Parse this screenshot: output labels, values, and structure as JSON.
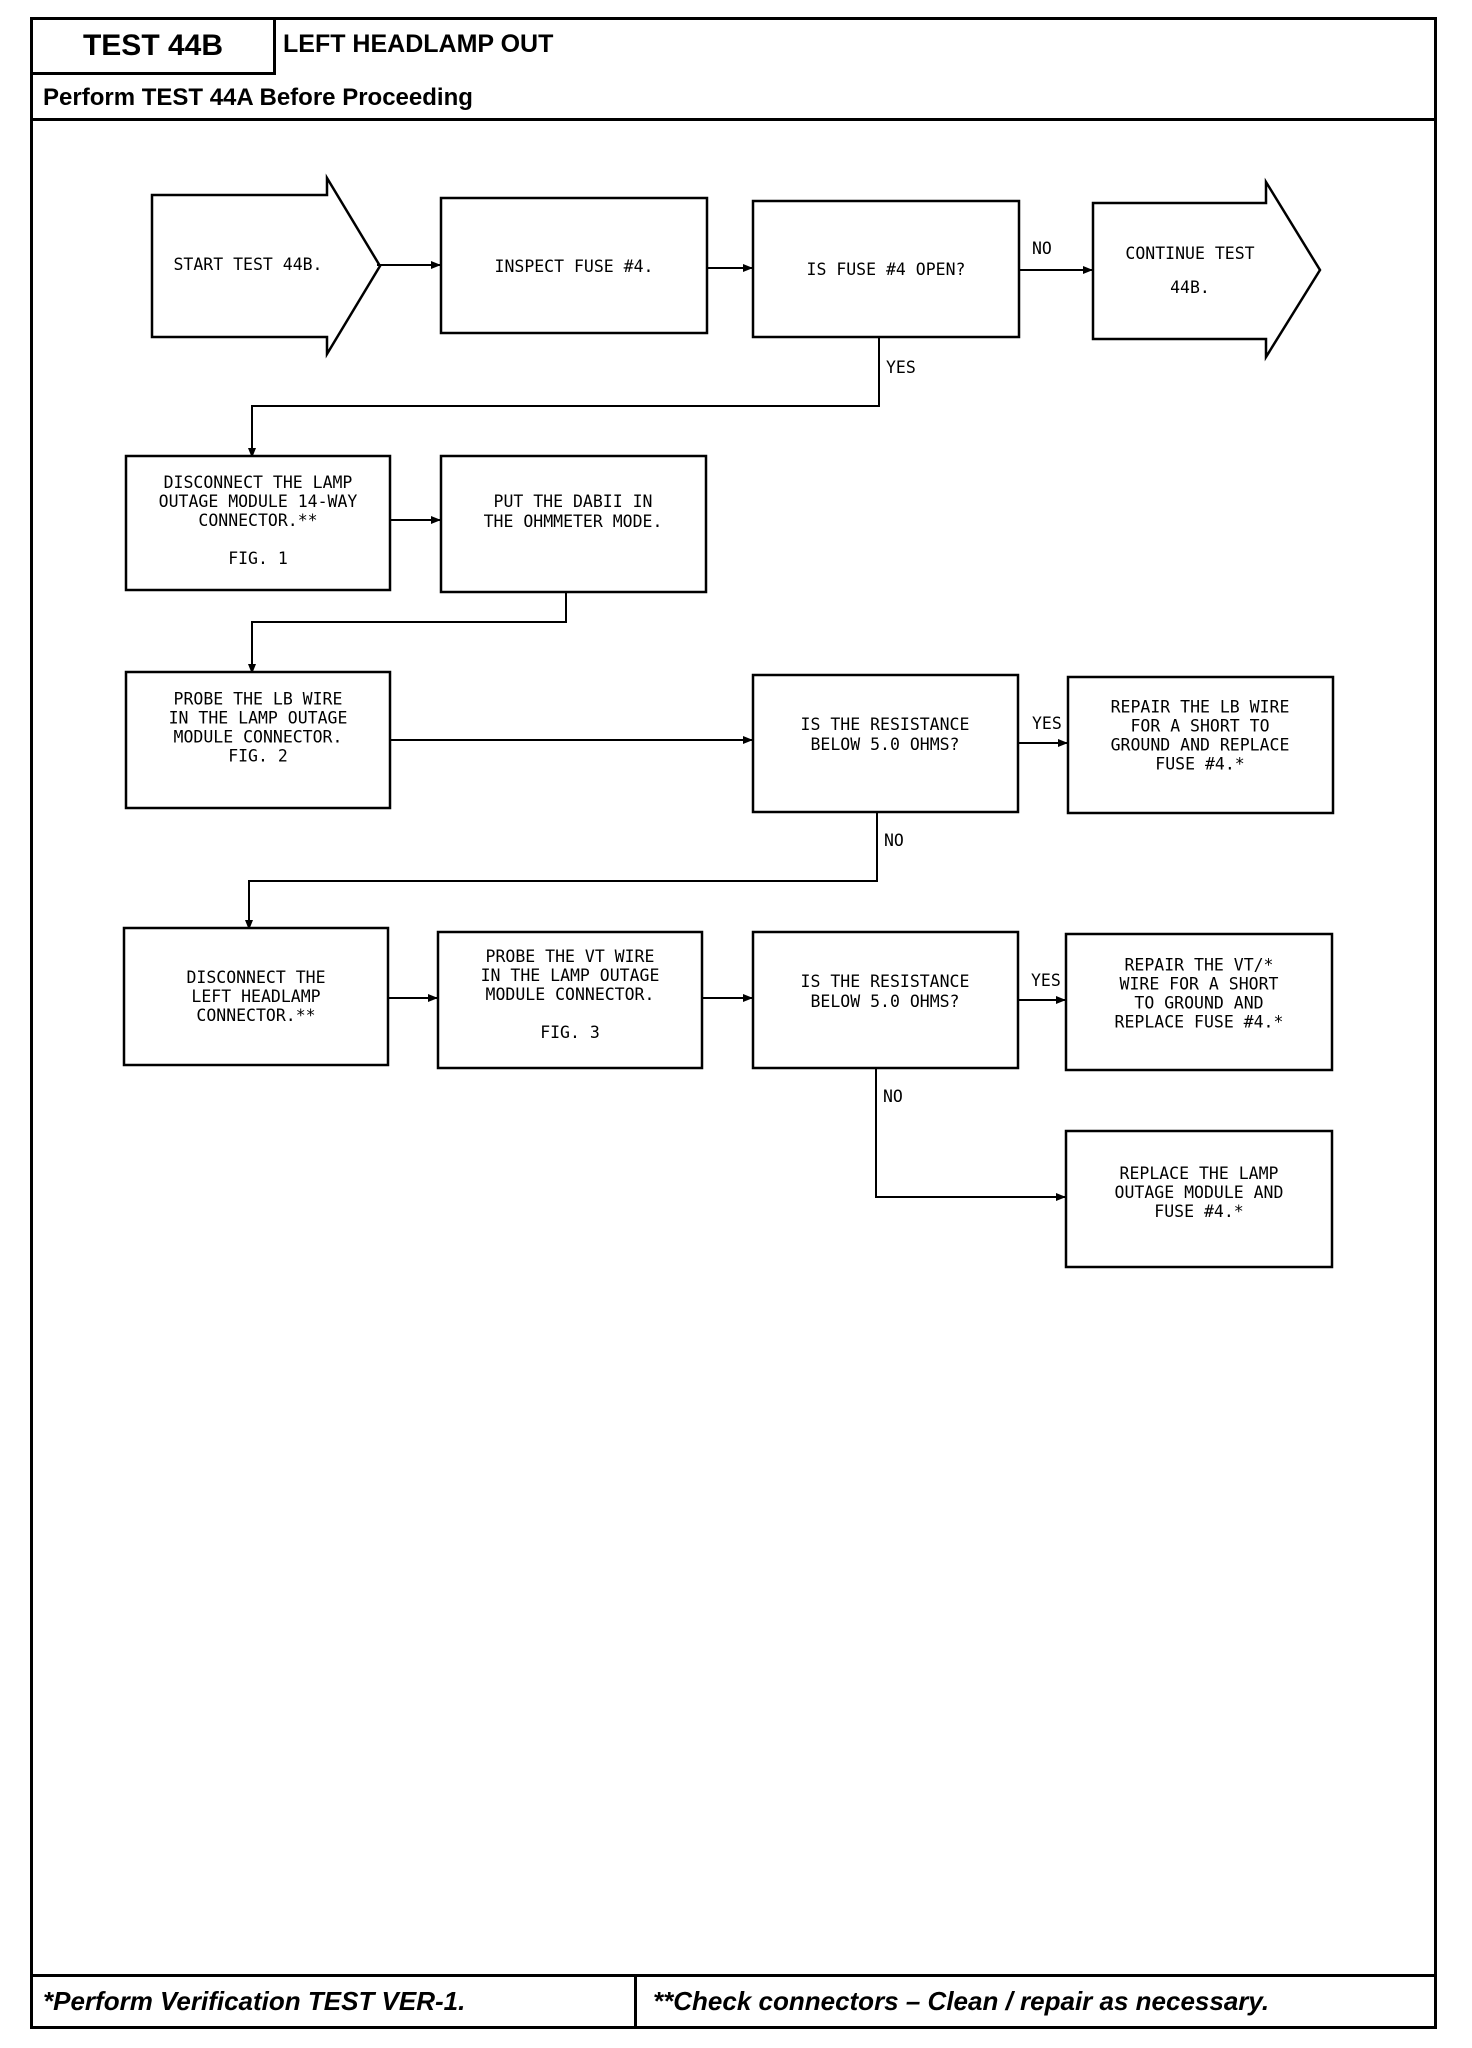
{
  "header": {
    "test_id": "TEST 44B",
    "title": "LEFT HEADLAMP OUT",
    "subtitle": "Perform TEST 44A Before Proceeding"
  },
  "footer": {
    "left": "*Perform Verification TEST VER-1.",
    "right": "**Check connectors – Clean / repair as necessary."
  },
  "flowchart": {
    "start": [
      "START TEST 44B."
    ],
    "inspect_fuse": [
      "INSPECT FUSE #4."
    ],
    "fuse_open": [
      "IS FUSE #4 OPEN?"
    ],
    "continue": [
      "CONTINUE TEST",
      "44B."
    ],
    "disconnect_lom": [
      "DISCONNECT THE LAMP",
      "OUTAGE MODULE 14-WAY",
      "CONNECTOR.**",
      "",
      "FIG. 1"
    ],
    "put_dabii": [
      "PUT THE DABII IN",
      "THE OHMMETER MODE."
    ],
    "probe_lb": [
      "PROBE THE LB WIRE",
      "IN THE LAMP OUTAGE",
      "MODULE CONNECTOR.",
      "FIG. 2"
    ],
    "resistance_1": [
      "IS THE RESISTANCE",
      "BELOW 5.0 OHMS?"
    ],
    "repair_lb": [
      "REPAIR THE LB WIRE",
      "FOR A SHORT TO",
      "GROUND AND REPLACE",
      "FUSE #4.*"
    ],
    "disconnect_headlamp": [
      "DISCONNECT THE",
      "LEFT HEADLAMP",
      "CONNECTOR.**"
    ],
    "probe_vt": [
      "PROBE THE VT WIRE",
      "IN THE LAMP OUTAGE",
      "MODULE CONNECTOR.",
      "",
      "FIG. 3"
    ],
    "resistance_2": [
      "IS THE RESISTANCE",
      "BELOW 5.0 OHMS?"
    ],
    "repair_vt": [
      "REPAIR THE VT/*",
      "WIRE FOR A SHORT",
      "TO GROUND AND",
      "REPLACE FUSE #4.*"
    ],
    "replace_lom": [
      "REPLACE THE LAMP",
      "OUTAGE MODULE AND",
      "FUSE #4.*"
    ],
    "labels": {
      "no_1": "NO",
      "yes_1": "YES",
      "yes_2": "YES",
      "no_2": "NO",
      "yes_3": "YES",
      "no_3": "NO"
    }
  }
}
